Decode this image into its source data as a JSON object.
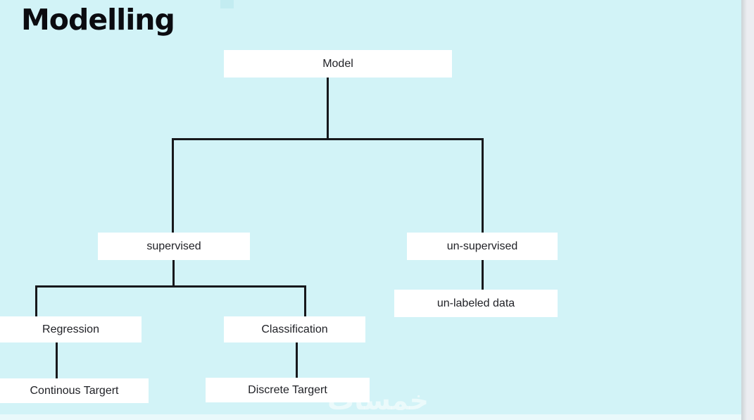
{
  "page": {
    "title": "Modelling"
  },
  "colors": {
    "slide_bg": "#d2f3f7",
    "node_bg": "#ffffff",
    "line": "#17181c",
    "text": "#212227",
    "title": "#0b0b10",
    "gutter": "#ecedf1"
  },
  "nodes": {
    "model": {
      "label": "Model"
    },
    "supervised": {
      "label": "supervised"
    },
    "unsupervised": {
      "label": "un-supervised"
    },
    "unlabeled": {
      "label": "un-labeled data"
    },
    "regression": {
      "label": "Regression"
    },
    "classification": {
      "label": "Classification"
    },
    "continuous_target": {
      "label": "Continous Targert"
    },
    "discrete_target": {
      "label": "Discrete Targert"
    }
  },
  "watermark": {
    "text": "خمسات"
  }
}
